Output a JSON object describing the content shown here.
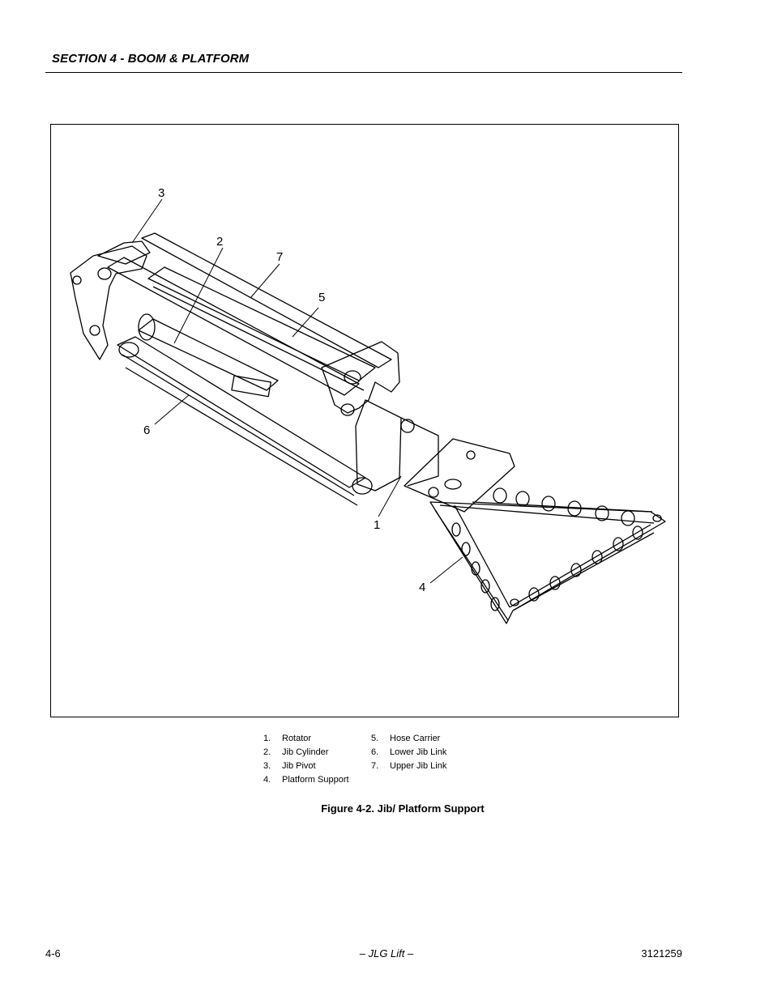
{
  "header": {
    "section_title": "SECTION 4 - BOOM & PLATFORM"
  },
  "figure": {
    "callouts": [
      "1",
      "2",
      "3",
      "4",
      "5",
      "6",
      "7"
    ],
    "caption": "Figure 4-2.  Jib/ Platform Support"
  },
  "legend": {
    "column_1": [
      {
        "num": "1.",
        "label": "Rotator"
      },
      {
        "num": "2.",
        "label": "Jib Cylinder"
      },
      {
        "num": "3.",
        "label": "Jib Pivot"
      },
      {
        "num": "4.",
        "label": "Platform Support"
      }
    ],
    "column_2": [
      {
        "num": "5.",
        "label": "Hose Carrier"
      },
      {
        "num": "6.",
        "label": "Lower Jib Link"
      },
      {
        "num": "7.",
        "label": "Upper Jib Link"
      }
    ]
  },
  "footer": {
    "page_number": "4-6",
    "center_text": "– JLG Lift –",
    "doc_number": "3121259"
  }
}
